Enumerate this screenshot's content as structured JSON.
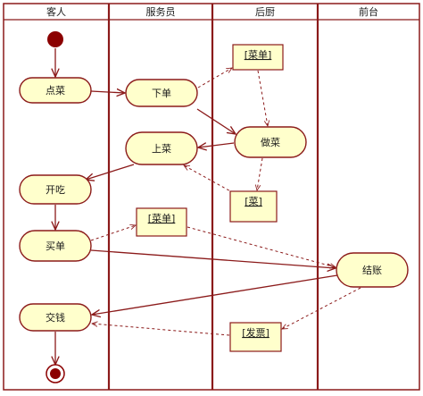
{
  "diagram": {
    "type": "uml-activity-diagram",
    "colors": {
      "lane_border": "#8b1a1a",
      "node_fill": "#ffffcc",
      "node_stroke": "#8b1a1a",
      "arrow": "#8b1a1a",
      "start_fill": "#8b0000"
    },
    "lanes": [
      {
        "id": "customer",
        "title": "客人"
      },
      {
        "id": "waiter",
        "title": "服务员"
      },
      {
        "id": "kitchen",
        "title": "后厨"
      },
      {
        "id": "front",
        "title": "前台"
      }
    ],
    "nodes": {
      "start": {
        "kind": "initial"
      },
      "order": {
        "kind": "action",
        "label": "点菜"
      },
      "place": {
        "kind": "action",
        "label": "下单"
      },
      "cook": {
        "kind": "action",
        "label": "做菜"
      },
      "serve": {
        "kind": "action",
        "label": "上菜"
      },
      "eat": {
        "kind": "action",
        "label": "开吃"
      },
      "pay": {
        "kind": "action",
        "label": "买单"
      },
      "settle": {
        "kind": "action",
        "label": "结账"
      },
      "handover": {
        "kind": "action",
        "label": "交钱"
      },
      "end": {
        "kind": "final"
      },
      "menu1": {
        "kind": "object",
        "label": "[菜单]"
      },
      "dish": {
        "kind": "object",
        "label": "[菜]"
      },
      "menu2": {
        "kind": "object",
        "label": "[菜单]"
      },
      "invoice": {
        "kind": "object",
        "label": "[发票]"
      }
    },
    "edges": [
      {
        "from": "start",
        "to": "order",
        "style": "control"
      },
      {
        "from": "order",
        "to": "place",
        "style": "control"
      },
      {
        "from": "place",
        "to": "cook",
        "style": "control"
      },
      {
        "from": "place",
        "to": "menu1",
        "style": "object"
      },
      {
        "from": "menu1",
        "to": "cook",
        "style": "object"
      },
      {
        "from": "cook",
        "to": "serve",
        "style": "control"
      },
      {
        "from": "cook",
        "to": "dish",
        "style": "object"
      },
      {
        "from": "dish",
        "to": "serve",
        "style": "object"
      },
      {
        "from": "serve",
        "to": "eat",
        "style": "control"
      },
      {
        "from": "eat",
        "to": "pay",
        "style": "control"
      },
      {
        "from": "pay",
        "to": "menu2",
        "style": "object"
      },
      {
        "from": "menu2",
        "to": "settle",
        "style": "object"
      },
      {
        "from": "pay",
        "to": "settle",
        "style": "control"
      },
      {
        "from": "settle",
        "to": "handover",
        "style": "control"
      },
      {
        "from": "settle",
        "to": "invoice",
        "style": "object"
      },
      {
        "from": "invoice",
        "to": "handover",
        "style": "object"
      },
      {
        "from": "handover",
        "to": "end",
        "style": "control"
      }
    ]
  }
}
